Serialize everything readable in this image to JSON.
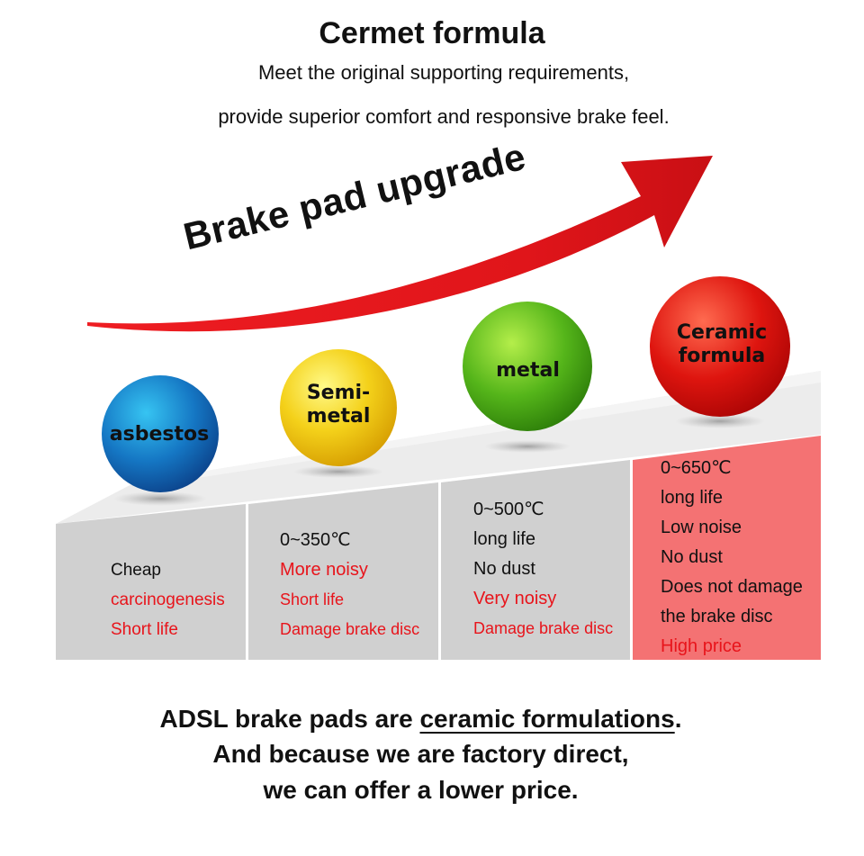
{
  "header": {
    "title": "Cermet formula",
    "subtitle_line1": "Meet the original supporting requirements,",
    "subtitle_line2": "provide superior comfort and responsive brake feel."
  },
  "arrow": {
    "label": "Brake pad upgrade",
    "color": "#e8141b"
  },
  "tiers": [
    {
      "ball_label": [
        "asbestos"
      ],
      "ball_color": "#1e86d0",
      "items": [
        {
          "text": "Cheap",
          "color": "black"
        },
        {
          "text": "carcinogenesis",
          "color": "red"
        },
        {
          "text": "Short life",
          "color": "red"
        }
      ]
    },
    {
      "ball_label": [
        "Semi-",
        "metal"
      ],
      "ball_color": "#f3d21c",
      "items": [
        {
          "text": "0~350℃",
          "color": "black"
        },
        {
          "text": "More noisy",
          "color": "red"
        },
        {
          "text": "Short life",
          "color": "red"
        },
        {
          "text": "Damage brake disc",
          "color": "red"
        }
      ]
    },
    {
      "ball_label": [
        "metal"
      ],
      "ball_color": "#5cb61e",
      "items": [
        {
          "text": "0~500℃",
          "color": "black"
        },
        {
          "text": "long life",
          "color": "black"
        },
        {
          "text": "No dust",
          "color": "black"
        },
        {
          "text": "Very noisy",
          "color": "red"
        },
        {
          "text": "Damage brake disc",
          "color": "red"
        }
      ]
    },
    {
      "ball_label": [
        "Ceramic",
        "formula"
      ],
      "ball_color": "#e0150f",
      "items": [
        {
          "text": "0~650℃",
          "color": "black"
        },
        {
          "text": "long life",
          "color": "black"
        },
        {
          "text": "Low noise",
          "color": "black"
        },
        {
          "text": "No dust",
          "color": "black"
        },
        {
          "text": "Does not damage",
          "color": "black"
        },
        {
          "text": "the brake disc",
          "color": "black"
        },
        {
          "text": "High price",
          "color": "red"
        }
      ]
    }
  ],
  "footer": {
    "line1_prefix": "ADSL brake pads are ",
    "line1_emphasis": "ceramic formulations",
    "line1_suffix": ".",
    "line2": "And because we are factory direct,",
    "line3": "we can offer a lower price."
  }
}
